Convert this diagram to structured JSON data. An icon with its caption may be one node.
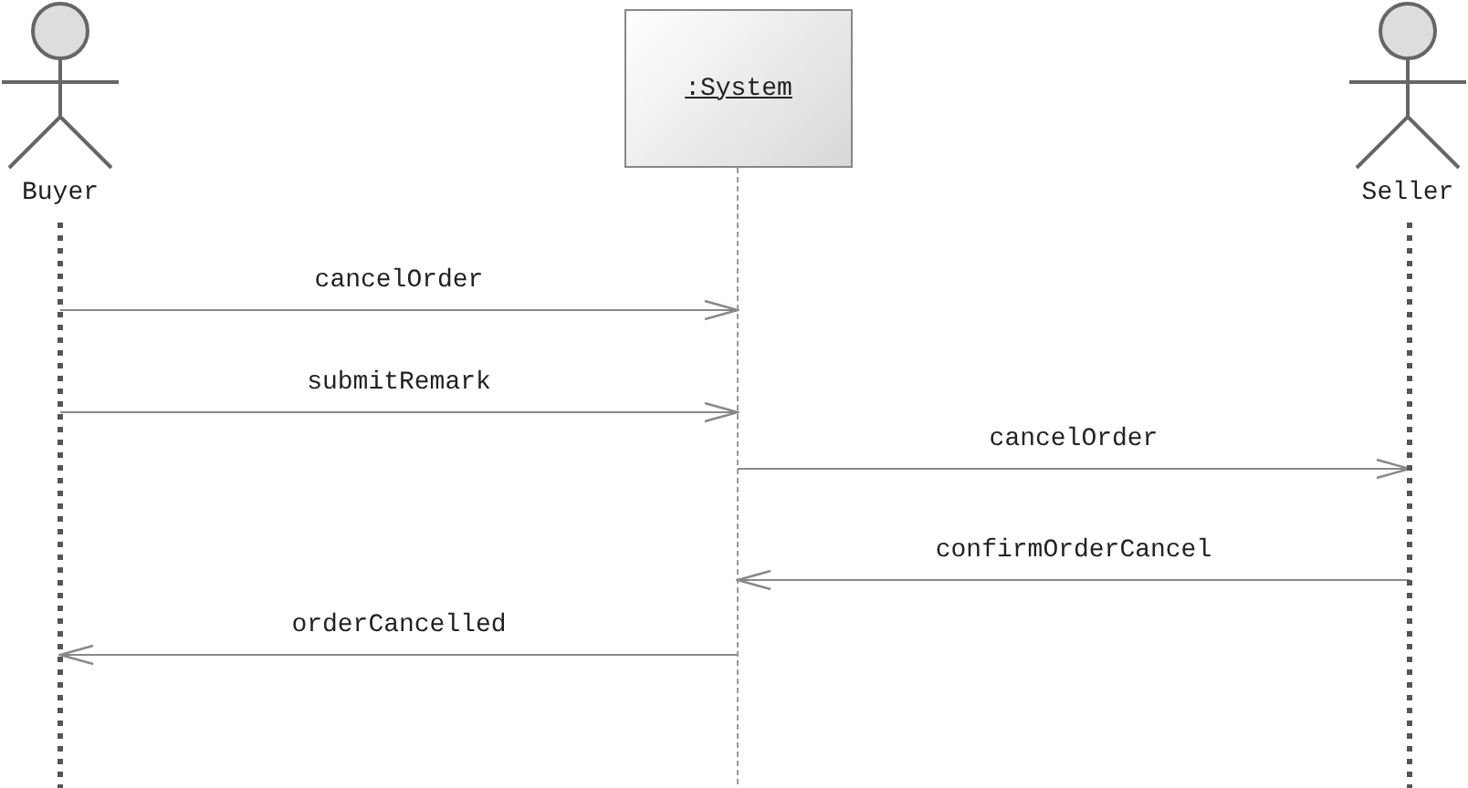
{
  "diagram": {
    "nodes": [
      {
        "text": [
          "Buyer"
        ]
      },
      {
        "text": [
          ":System"
        ]
      },
      {
        "text": [
          "Seller"
        ]
      }
    ],
    "edges": [
      {
        "from": 0,
        "to": 1,
        "arrow": "to",
        "label": "cancelOrder"
      },
      {
        "from": 0,
        "to": 1,
        "arrow": "to",
        "label": "submitRemark"
      },
      {
        "from": 1,
        "to": 2,
        "arrow": "to",
        "label": "cancelOrder"
      },
      {
        "from": 2,
        "to": 1,
        "arrow": "to",
        "label": "confirmOrderCancel"
      },
      {
        "from": 1,
        "to": 0,
        "arrow": "to",
        "label": "orderCancelled"
      }
    ]
  }
}
